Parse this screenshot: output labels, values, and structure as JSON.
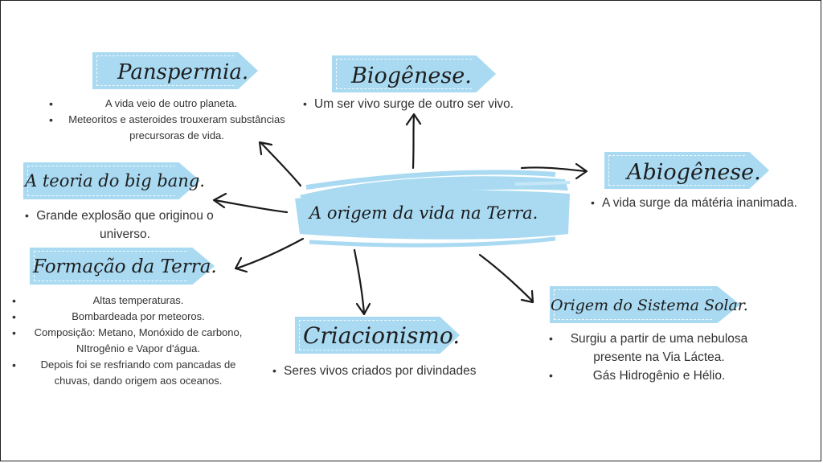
{
  "center": {
    "title": "A origem da vida na Terra."
  },
  "nodes": {
    "panspermia": {
      "title": "Panspermia.",
      "items": [
        "A vida veio de outro planeta.",
        "Meteoritos e asteroides trouxeram substâncias precursoras de vida."
      ]
    },
    "biogenese": {
      "title": "Biogênese.",
      "items": [
        "Um ser vivo surge de outro ser vivo."
      ]
    },
    "abiogenese": {
      "title": "Abiogênese.",
      "items": [
        "A vida surge da mátéria inanimada."
      ]
    },
    "bigbang": {
      "title": "A teoria do big bang.",
      "items": [
        "Grande explosão que originou o universo."
      ]
    },
    "formacao": {
      "title": "Formação da Terra.",
      "items": [
        "Altas temperaturas.",
        "Bombardeada por meteoros.",
        "Composição: Metano, Monóxido de carbono, NItrogênio e Vapor d'água.",
        "Depois foi se resfriando com pancadas de chuvas, dando origem aos oceanos."
      ]
    },
    "criacionismo": {
      "title": "Criacionismo.",
      "items": [
        "Seres vivos criados por divindades"
      ]
    },
    "sistema_solar": {
      "title": "Origem do Sistema Solar.",
      "items": [
        "Surgiu a partir de uma nebulosa presente na Via Láctea.",
        "Gás Hidrogênio e Hélio."
      ]
    }
  },
  "colors": {
    "tag": "#a9daf2",
    "brush": "#9fd3ee",
    "ink": "#1e1e1e"
  }
}
